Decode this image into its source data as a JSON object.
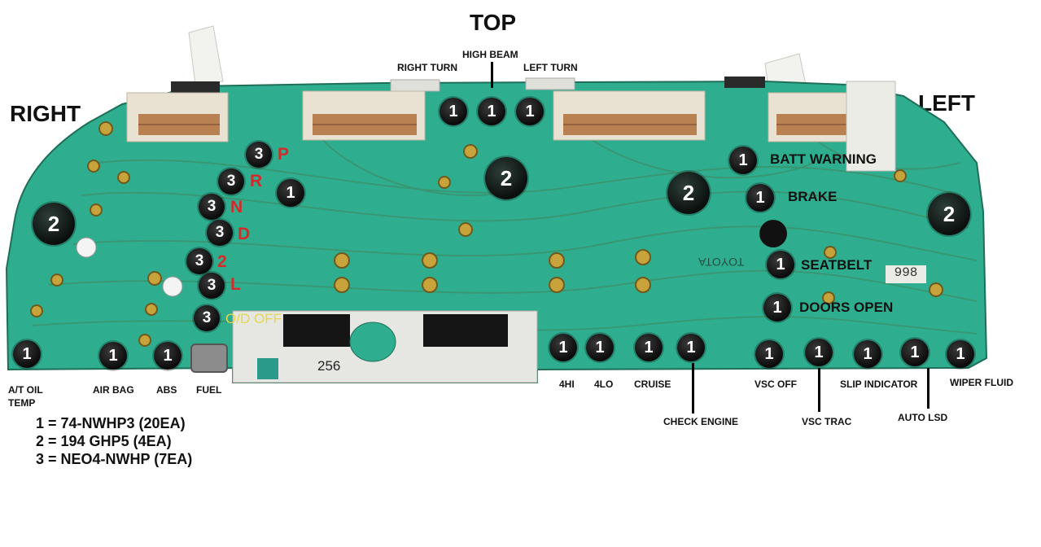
{
  "headings": {
    "top": "TOP",
    "right": "RIGHT",
    "left": "LEFT"
  },
  "bulb_numbers": {
    "type1": "1",
    "type2": "2",
    "type3": "3"
  },
  "gear_letters": [
    "P",
    "R",
    "N",
    "D",
    "2",
    "L"
  ],
  "od_off": "O/D OFF",
  "top_labels": {
    "right_turn": "RIGHT TURN",
    "high_beam": "HIGH BEAM",
    "left_turn": "LEFT TURN"
  },
  "side_labels": {
    "batt_warning": "BATT WARNING",
    "brake": "BRAKE",
    "seatbelt": "SEATBELT",
    "doors_open": "DOORS OPEN"
  },
  "bottom_labels": {
    "at_oil_temp_1": "A/T OIL",
    "at_oil_temp_2": "TEMP",
    "air_bag": "AIR BAG",
    "abs": "ABS",
    "fuel": "FUEL",
    "hi4": "4HI",
    "lo4": "4LO",
    "cruise": "CRUISE",
    "check_engine": "CHECK ENGINE",
    "vsc_off": "VSC OFF",
    "vsc_trac": "VSC TRAC",
    "slip_indicator": "SLIP INDICATOR",
    "auto_lsd": "AUTO LSD",
    "wiper_fluid": "WIPER FLUID"
  },
  "legend": {
    "line1": "1 = 74-NWHP3 (20EA)",
    "line2": "2 = 194 GHP5 (4EA)",
    "line3": "3 = NEO4-NWHP (7EA)"
  },
  "board_markings": {
    "code_256": "256",
    "toyota": "TOYOTA",
    "num_998": "998"
  },
  "colors": {
    "pcb_green": "#2fae8f",
    "trace": "#3c8f6a",
    "gear_red": "#d42a2a",
    "od_yellow": "#e6d84a"
  }
}
